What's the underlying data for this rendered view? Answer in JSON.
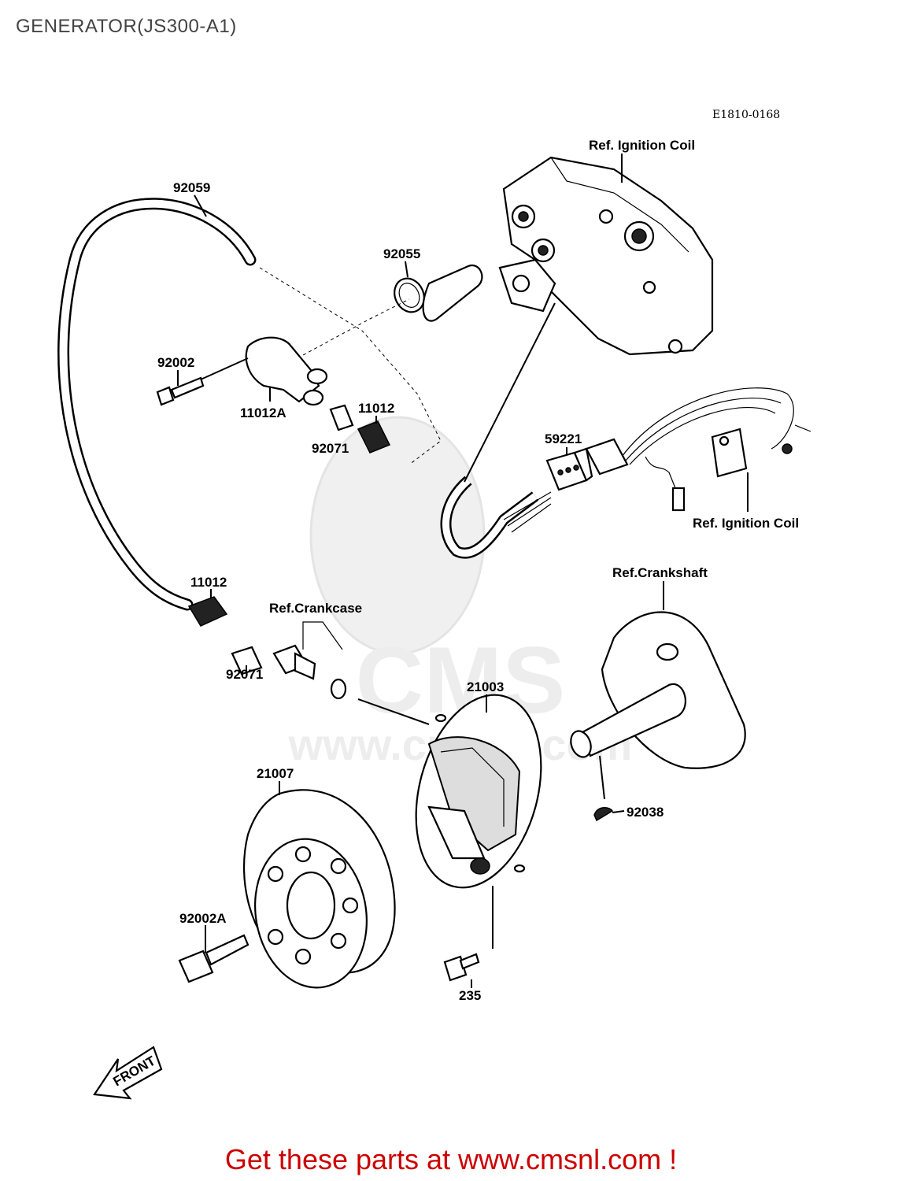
{
  "title": "GENERATOR(JS300-A1)",
  "diagram_code": "E1810-0168",
  "call_to_action": "Get these parts at www.cmsnl.com !",
  "watermark": {
    "brand": "CMS",
    "url": "www.cmsnl.com"
  },
  "front_label": "FRONT",
  "part_labels": {
    "ref_ignition_coil_top": "Ref. Ignition Coil",
    "p92059": "92059",
    "p92055": "92055",
    "p92002": "92002",
    "p11012A": "11012A",
    "p11012_top": "11012",
    "p92071_top": "92071",
    "p59221": "59221",
    "ref_ignition_coil_mid": "Ref. Ignition Coil",
    "ref_crankshaft": "Ref.Crankshaft",
    "p11012_bottom": "11012",
    "ref_crankcase": "Ref.Crankcase",
    "p92071_bottom": "92071",
    "p21003": "21003",
    "p21007": "21007",
    "p92038": "92038",
    "p92002A": "92002A",
    "p235": "235"
  },
  "colors": {
    "title": "#444444",
    "cta": "#cc0000",
    "line": "#000000"
  }
}
